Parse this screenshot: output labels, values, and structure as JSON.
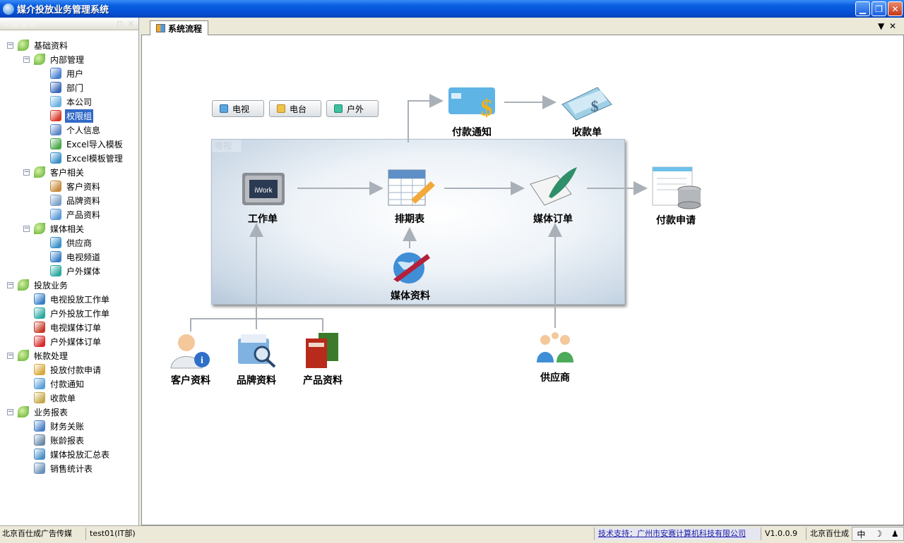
{
  "window": {
    "title": "媒介投放业务管理系统"
  },
  "sidebar": {
    "header": "功能菜单",
    "items": [
      {
        "label": "基础资料",
        "level": 0,
        "icon": "leaf-icon"
      },
      {
        "label": "内部管理",
        "level": 1,
        "icon": "leaf-icon"
      },
      {
        "label": "用户",
        "level": 2,
        "icon": "user-icon"
      },
      {
        "label": "部门",
        "level": 2,
        "icon": "department-icon"
      },
      {
        "label": "本公司",
        "level": 2,
        "icon": "home-icon"
      },
      {
        "label": "权限组",
        "level": 2,
        "icon": "group-icon",
        "selected": true
      },
      {
        "label": "个人信息",
        "level": 2,
        "icon": "profile-icon"
      },
      {
        "label": "Excel导入模板",
        "level": 2,
        "icon": "excel-import-icon"
      },
      {
        "label": "Excel模板管理",
        "level": 2,
        "icon": "excel-template-icon"
      },
      {
        "label": "客户相关",
        "level": 1,
        "icon": "leaf-icon"
      },
      {
        "label": "客户资料",
        "level": 2,
        "icon": "customer-icon"
      },
      {
        "label": "品牌资料",
        "level": 2,
        "icon": "brand-icon"
      },
      {
        "label": "产品资料",
        "level": 2,
        "icon": "product-icon"
      },
      {
        "label": "媒体相关",
        "level": 1,
        "icon": "leaf-icon"
      },
      {
        "label": "供应商",
        "level": 2,
        "icon": "supplier-icon"
      },
      {
        "label": "电视频道",
        "level": 2,
        "icon": "tv-icon"
      },
      {
        "label": "户外媒体",
        "level": 2,
        "icon": "building-icon"
      },
      {
        "label": "投放业务",
        "level": 0,
        "icon": "leaf-icon"
      },
      {
        "label": "电视投放工作单",
        "level": 1,
        "icon": "tv-icon"
      },
      {
        "label": "户外投放工作单",
        "level": 1,
        "icon": "building-icon"
      },
      {
        "label": "电视媒体订单",
        "level": 1,
        "icon": "tv-red-icon"
      },
      {
        "label": "户外媒体订单",
        "level": 1,
        "icon": "building-red-icon"
      },
      {
        "label": "帐款处理",
        "level": 0,
        "icon": "leaf-icon"
      },
      {
        "label": "投放付款申请",
        "level": 1,
        "icon": "payment-request-icon"
      },
      {
        "label": "付款通知",
        "level": 1,
        "icon": "payment-notice-icon"
      },
      {
        "label": "收款单",
        "level": 1,
        "icon": "receipt-icon"
      },
      {
        "label": "业务报表",
        "level": 0,
        "icon": "leaf-icon"
      },
      {
        "label": "财务关账",
        "level": 1,
        "icon": "chart-icon"
      },
      {
        "label": "账龄报表",
        "level": 1,
        "icon": "clock-report-icon"
      },
      {
        "label": "媒体投放汇总表",
        "level": 1,
        "icon": "summary-report-icon"
      },
      {
        "label": "销售统计表",
        "level": 1,
        "icon": "sales-report-icon"
      }
    ]
  },
  "tab": {
    "label": "系统流程"
  },
  "media_buttons": [
    {
      "label": "电视",
      "icon": "tv-icon"
    },
    {
      "label": "电台",
      "icon": "radio-icon"
    },
    {
      "label": "户外",
      "icon": "building-icon"
    }
  ],
  "panel": {
    "tag": "电视"
  },
  "flow": {
    "work_order": "工作单",
    "schedule": "排期表",
    "media_order": "媒体订单",
    "payment_request": "付款申请",
    "payment_notice": "付款通知",
    "receipt": "收款单",
    "media_info": "媒体资料",
    "customer_info": "客户资料",
    "brand_info": "品牌资料",
    "product_info": "产品资料",
    "supplier": "供应商"
  },
  "status": {
    "company": "北京百仕成广告传媒",
    "user": "test01(IT部)",
    "support": "技术支持：广州市安赛计算机科技有限公司",
    "version": "V1.0.0.9",
    "company_short": "北京百仕成",
    "ime_label": "中"
  }
}
